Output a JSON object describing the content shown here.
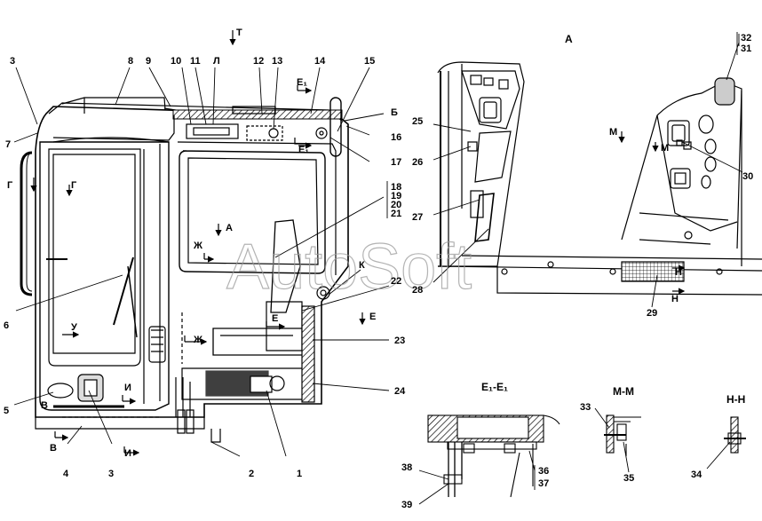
{
  "watermark": "AutoSoft",
  "parts": [
    "1",
    "2",
    "3",
    "4",
    "5",
    "6",
    "7",
    "8",
    "9",
    "10",
    "11",
    "12",
    "13",
    "14",
    "15",
    "16",
    "17",
    "18",
    "19",
    "20",
    "21",
    "22",
    "23",
    "24",
    "25",
    "26",
    "27",
    "28",
    "29",
    "30",
    "31",
    "32",
    "33",
    "34",
    "35",
    "36",
    "37",
    "38",
    "39"
  ],
  "letters": {
    "T": "Т",
    "L": "Л",
    "E1": "Е₁",
    "B6": "Б",
    "G": "Г",
    "A": "А",
    "Zh": "Ж",
    "K": "К",
    "U": "У",
    "E": "Е",
    "I": "И",
    "V": "В",
    "M": "М",
    "N": "Н"
  },
  "section_titles": {
    "view_a": "А",
    "e1e1": "Е₁-Е₁",
    "mm": "М-М",
    "nn": "Н-Н"
  }
}
